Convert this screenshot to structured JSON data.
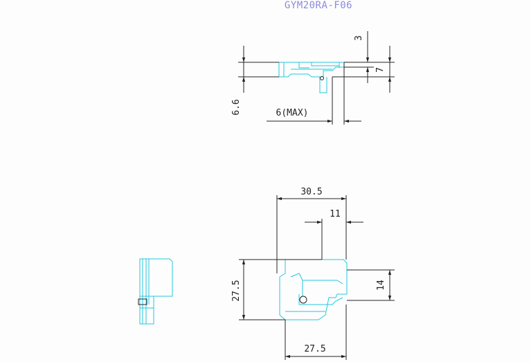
{
  "drawing": {
    "title": "GYM20RA-F06",
    "dimensions": {
      "top_gap": "3",
      "top_height": "7",
      "side_height": "6.6",
      "max_width": "6(MAX)",
      "overall_width": "30.5",
      "tab_width": "11",
      "body_height": "27.5",
      "inner_height": "14",
      "bottom_width": "27.5"
    },
    "colors": {
      "part_outline": "#22c8e0",
      "dimension_lines": "#222222",
      "title": "#8a8ae0"
    }
  }
}
